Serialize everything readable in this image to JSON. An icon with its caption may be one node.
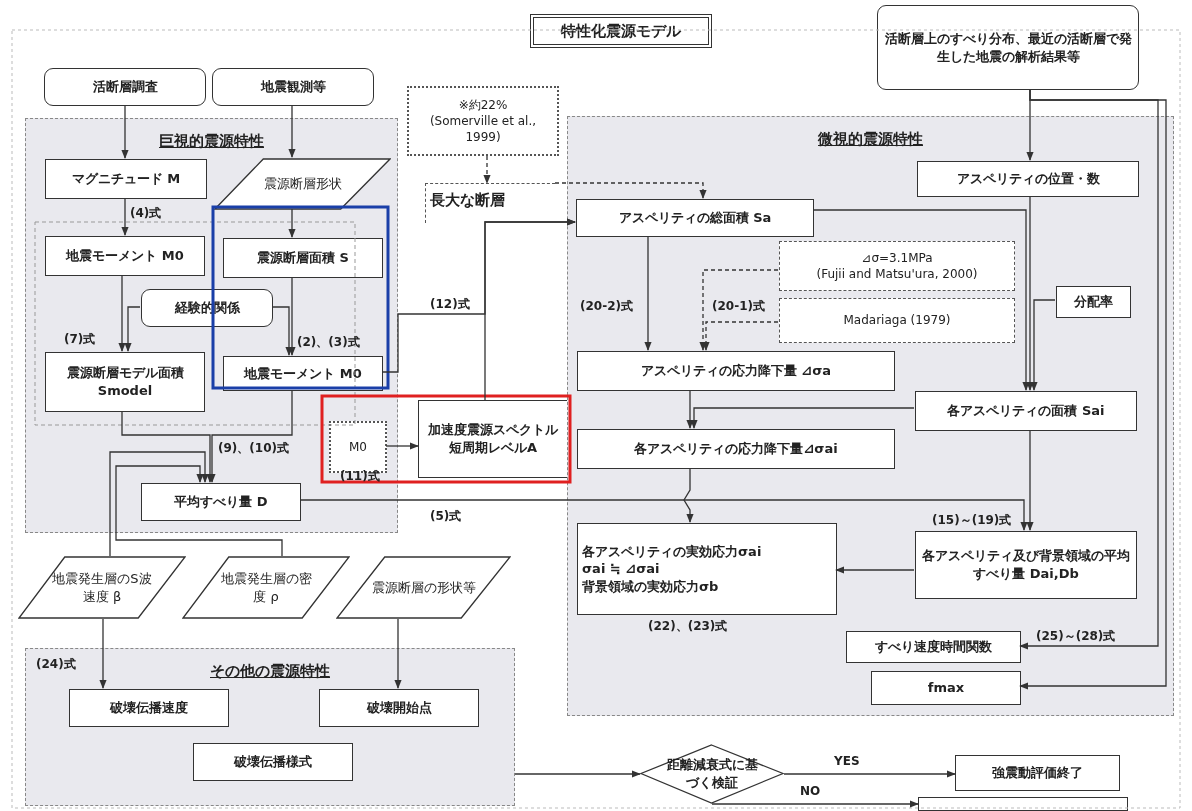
{
  "diagram": {
    "nodes": [
      {
        "text": [
          "活断層調査"
        ]
      },
      {
        "text": [
          "地震観測等"
        ]
      },
      {
        "text": [
          "活断層上のすべり分布、最近の活断層で発生した地震の解析結果等"
        ]
      },
      {
        "text": [
          "巨視的震源特性"
        ]
      },
      {
        "text": [
          "マグニチュード M"
        ],
        "in": 3
      },
      {
        "text": [
          "震源断層形状"
        ],
        "in": 3
      },
      {
        "text": [
          "地震モーメント M0"
        ],
        "in": 3
      },
      {
        "text": [
          "震源断層面積 S"
        ],
        "in": 3
      },
      {
        "text": [
          "経験的関係"
        ],
        "in": 3
      },
      {
        "text": [
          "震源断層モデル面積 Smodel"
        ],
        "in": 3
      },
      {
        "text": [
          "地震モーメント M0"
        ],
        "in": 3
      },
      {
        "text": [
          "平均すべり量 D"
        ],
        "in": 3
      },
      {
        "text": [
          "※約22%",
          "(Somerville et al., 1999)"
        ]
      },
      {
        "text": [
          "長大な断層"
        ]
      },
      {
        "text": [
          "M0"
        ],
        "in": 3
      },
      {
        "text": [
          "加速度震源スペクトル短周期レベルA"
        ]
      },
      {
        "text": [
          "微視的震源特性"
        ]
      },
      {
        "text": [
          "アスペリティの位置・数"
        ],
        "in": 16
      },
      {
        "text": [
          "アスペリティの総面積 Sa"
        ],
        "in": 16
      },
      {
        "text": [
          "⊿σ=3.1MPa",
          "(Fujii and Matsu'ura, 2000)"
        ],
        "in": 16
      },
      {
        "text": [
          "Madariaga (1979)"
        ],
        "in": 16
      },
      {
        "text": [
          "分配率"
        ],
        "in": 16
      },
      {
        "text": [
          "アスペリティの応力降下量 ⊿σa"
        ],
        "in": 16
      },
      {
        "text": [
          "各アスペリティの面積 Sai"
        ],
        "in": 16
      },
      {
        "text": [
          "各アスペリティの応力降下量⊿σai"
        ],
        "in": 16
      },
      {
        "text": [
          "各アスペリティの実効応力σai",
          "σai ≒ ⊿σai",
          "背景領域の実効応力σb"
        ],
        "in": 16,
        "beside": [
          "(22)、(23)式"
        ]
      },
      {
        "text": [
          "各アスペリティ及び背景領域の平均すべり量 Dai,Db"
        ],
        "in": 16
      },
      {
        "text": [
          "すべり速度時間関数"
        ],
        "in": 16
      },
      {
        "text": [
          "fmax"
        ],
        "in": 16
      },
      {
        "text": [
          "地震発生層のS波速度 β"
        ]
      },
      {
        "text": [
          "地震発生層の密度 ρ"
        ]
      },
      {
        "text": [
          "震源断層の形状等"
        ]
      },
      {
        "text": [
          "その他の震源特性"
        ]
      },
      {
        "text": [
          "破壊伝播速度"
        ],
        "in": 32
      },
      {
        "text": [
          "破壊開始点"
        ],
        "in": 32
      },
      {
        "text": [
          "破壊伝播様式"
        ],
        "in": 32
      },
      {
        "text": [
          "距離減衰式に基づく検証"
        ]
      },
      {
        "text": [
          "強震動評価終了"
        ]
      },
      {
        "text": [],
        "shape": "box"
      },
      {
        "text": [
          "特性化震源モデル"
        ]
      }
    ],
    "edges": [
      {
        "from": 0,
        "to": 4,
        "arrow": "to"
      },
      {
        "from": 1,
        "to": 5,
        "arrow": "to"
      },
      {
        "from": 4,
        "to": 6,
        "arrow": "to",
        "label": "(4)式"
      },
      {
        "from": 5,
        "to": 7,
        "arrow": "to"
      },
      {
        "from": 8,
        "to": 9,
        "arrow": "to"
      },
      {
        "from": 8,
        "to": 10,
        "arrow": "to"
      },
      {
        "from": 6,
        "to": 9,
        "arrow": "to",
        "label": "(7)式"
      },
      {
        "from": 7,
        "to": 10,
        "arrow": "to",
        "label": "(2)、(3)式"
      },
      {
        "from": 9,
        "to": 11,
        "arrow": "to",
        "label": "(9)、(10)式"
      },
      {
        "from": 10,
        "to": 11,
        "arrow": "to"
      },
      {
        "from": 29,
        "to": 11,
        "arrow": "to"
      },
      {
        "from": 30,
        "to": 11,
        "arrow": "to"
      },
      {
        "from": 10,
        "to": 18,
        "arrow": "to",
        "label": "(12)式"
      },
      {
        "from": 15,
        "to": 18,
        "arrow": "to"
      },
      {
        "from": 12,
        "to": 13,
        "arrow": "to",
        "style": "dashed"
      },
      {
        "from": 13,
        "to": 18,
        "arrow": "to",
        "style": "dashed"
      },
      {
        "from": 14,
        "to": 15,
        "arrow": "to",
        "label": "(11)式"
      },
      {
        "from": 2,
        "to": 17,
        "arrow": "to"
      },
      {
        "from": 17,
        "to": 23,
        "arrow": "to"
      },
      {
        "from": 18,
        "to": 23,
        "arrow": "to"
      },
      {
        "from": 21,
        "to": 23,
        "arrow": "to"
      },
      {
        "from": 18,
        "to": 22,
        "arrow": "to",
        "label": "(20-2)式"
      },
      {
        "from": 19,
        "to": 22,
        "arrow": "to",
        "style": "dashed",
        "label": "(20-1)式"
      },
      {
        "from": 20,
        "to": 22,
        "arrow": "to",
        "style": "dashed"
      },
      {
        "from": 22,
        "to": 24,
        "arrow": "to"
      },
      {
        "from": 23,
        "to": 24,
        "arrow": "to"
      },
      {
        "from": 24,
        "to": 25,
        "arrow": "to"
      },
      {
        "from": 11,
        "to": 26,
        "arrow": "to",
        "label": "(5)式"
      },
      {
        "from": 23,
        "to": 26,
        "arrow": "to",
        "label": "(15)～(19)式"
      },
      {
        "from": 26,
        "to": 25,
        "arrow": "to"
      },
      {
        "from": 2,
        "to": 27,
        "arrow": "to",
        "label": "(25)～(28)式"
      },
      {
        "from": 2,
        "to": 28,
        "arrow": "to"
      },
      {
        "from": 29,
        "to": 33,
        "arrow": "to",
        "label": "(24)式"
      },
      {
        "from": 31,
        "to": 34,
        "arrow": "to"
      },
      {
        "from": 32,
        "to": 36,
        "arrow": "to"
      },
      {
        "from": 36,
        "to": 37,
        "arrow": "to",
        "label": "YES"
      },
      {
        "from": 36,
        "to": 38,
        "arrow": "to",
        "label": "NO"
      }
    ]
  }
}
